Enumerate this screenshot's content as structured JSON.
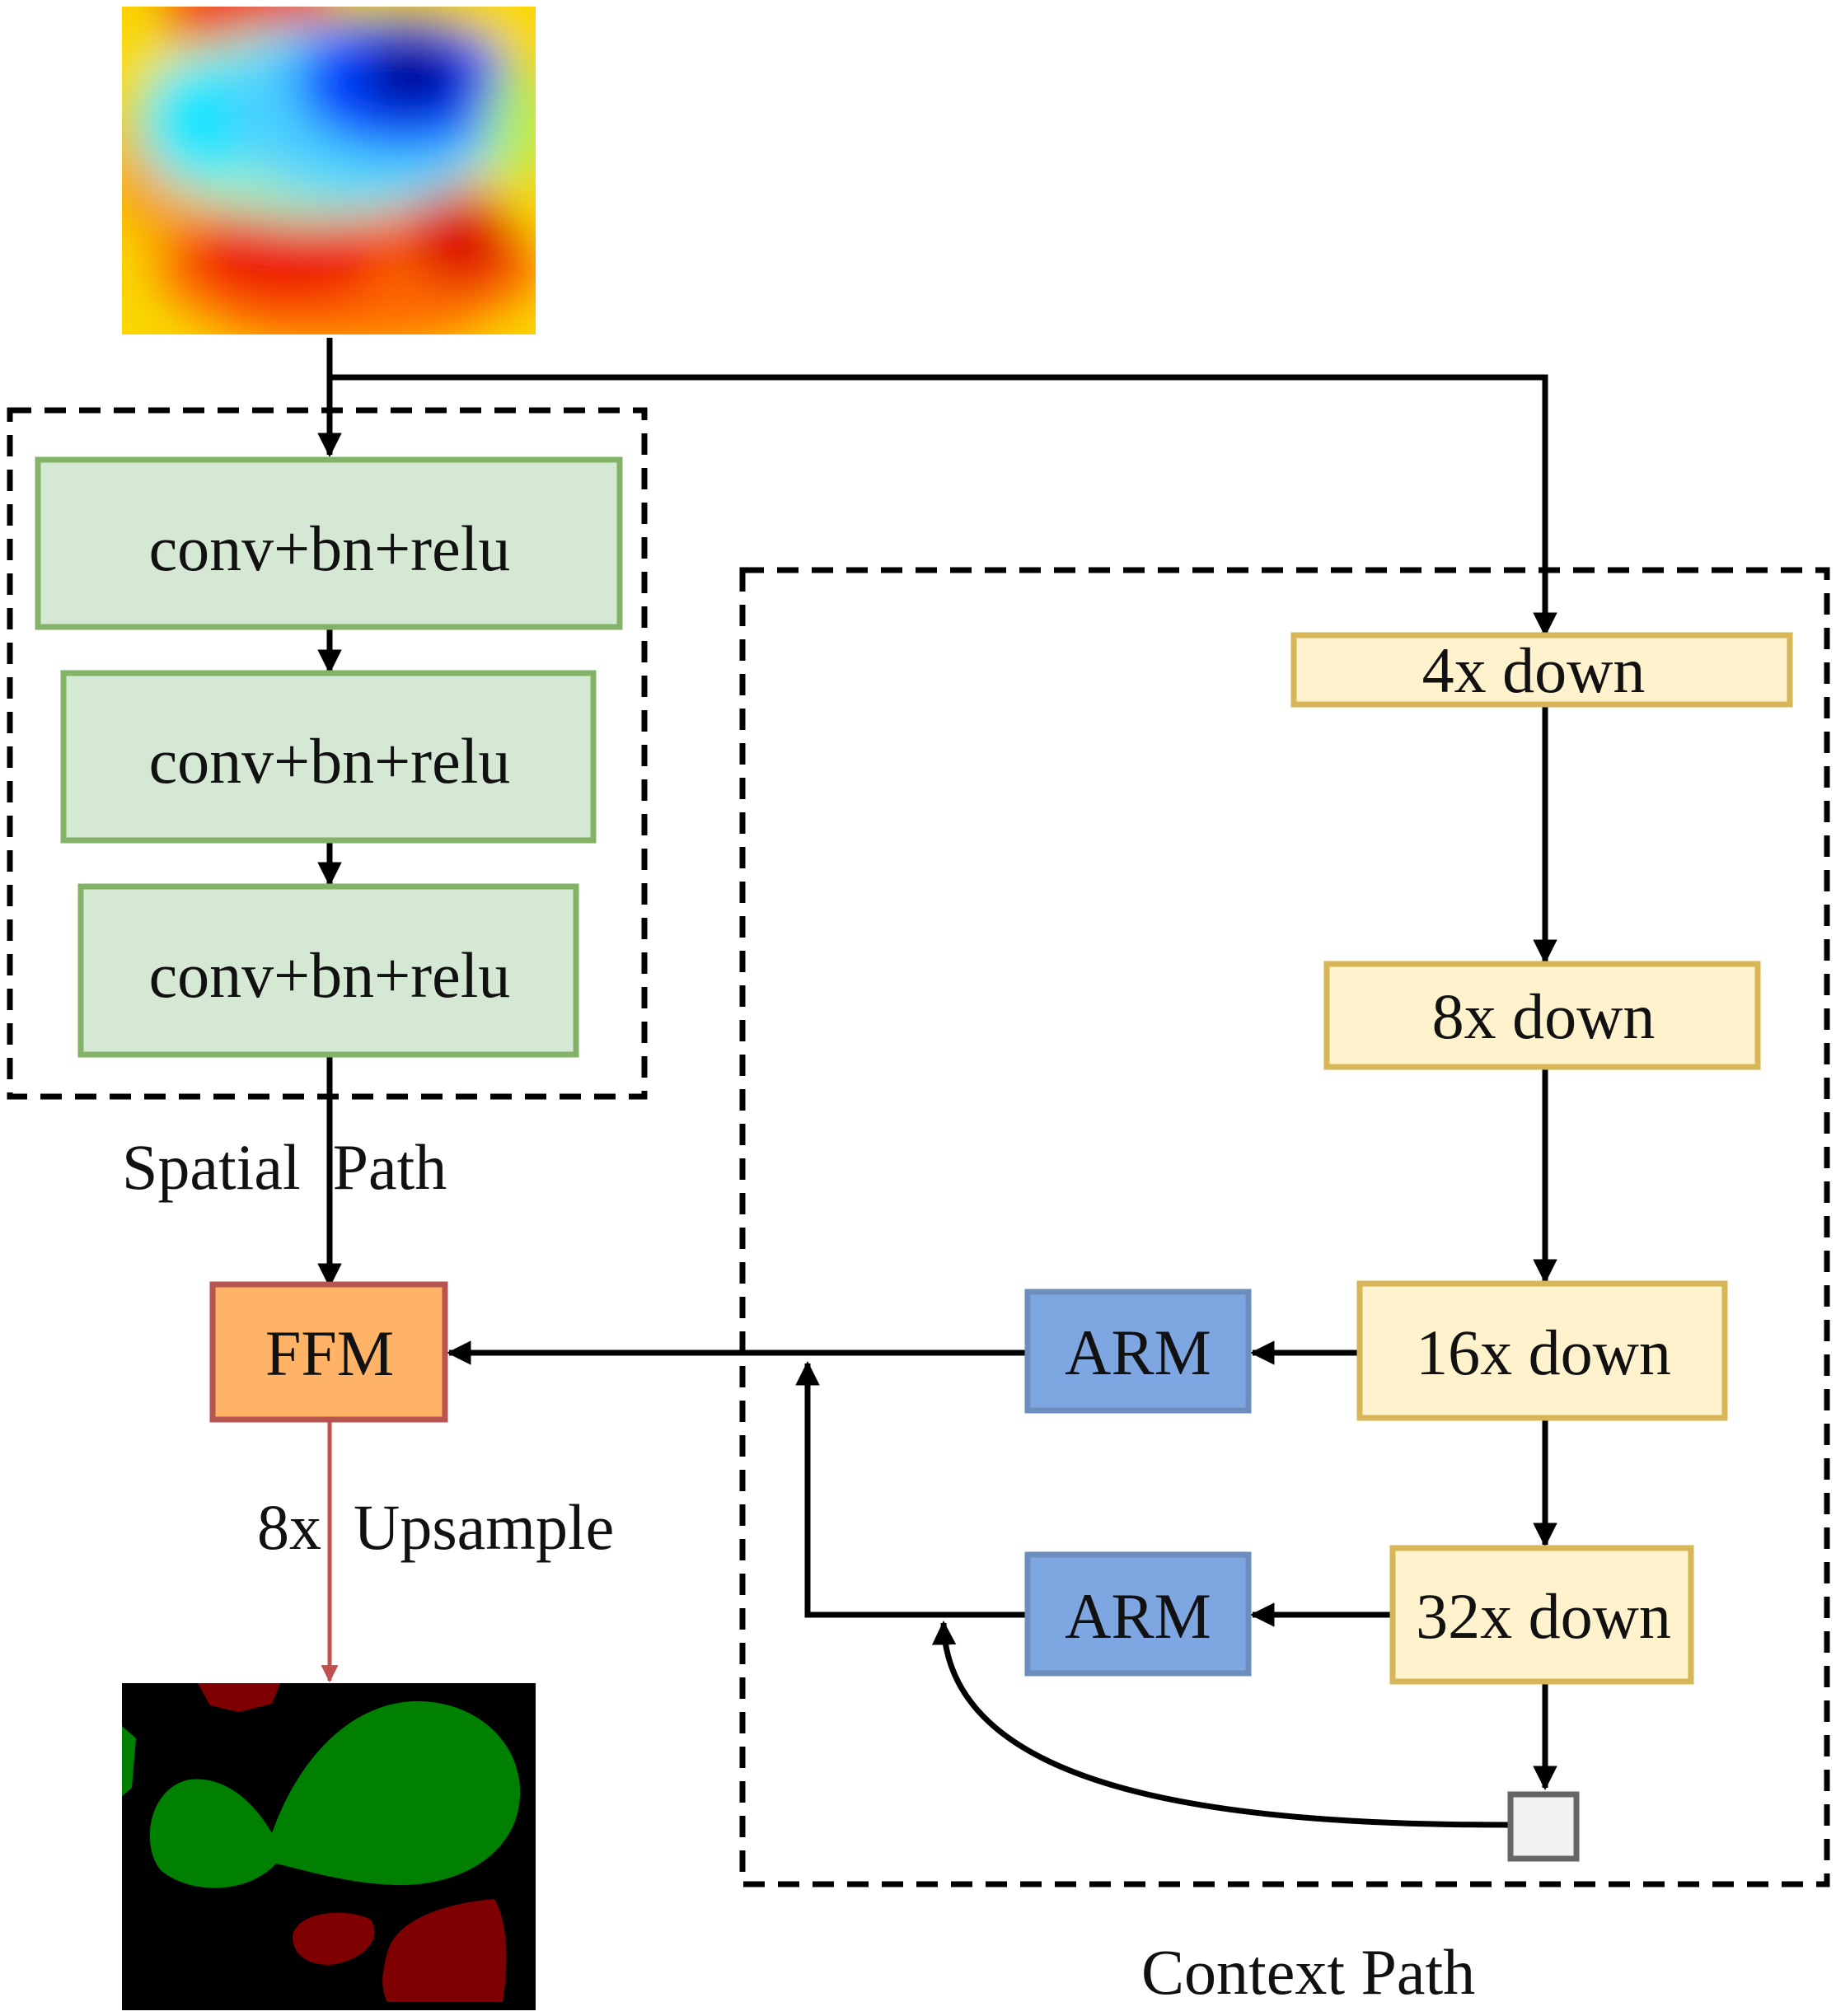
{
  "spatial_path": {
    "caption": "Spatial  Path",
    "blocks": [
      "conv+bn+relu",
      "conv+bn+relu",
      "conv+bn+relu"
    ]
  },
  "context_path": {
    "caption": "Context Path",
    "blocks": [
      "4x down",
      "8x down",
      "16x down",
      "32x down"
    ],
    "arm_blocks": [
      "ARM",
      "ARM"
    ]
  },
  "ffm": {
    "label": "FFM"
  },
  "upsample": {
    "label": "8x  Upsample"
  },
  "colors": {
    "conv_fill": "#d5e8d4",
    "conv_border": "#82b366",
    "down_fill": "#fff2cc",
    "down_border": "#d6b656",
    "arm_fill": "#7ea6e0",
    "arm_border": "#6c8ebf",
    "ffm_fill": "#ffb366",
    "ffm_border": "#b85450",
    "upsample_arrow": "#c0504d"
  }
}
